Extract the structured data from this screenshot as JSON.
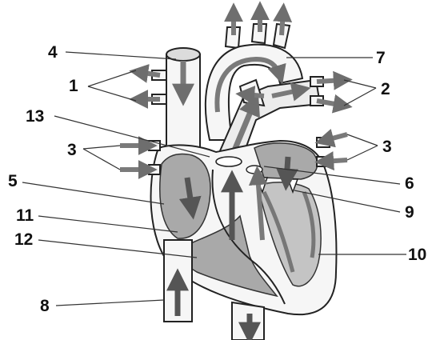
{
  "labels": {
    "l1": "1",
    "l2": "2",
    "l3a": "3",
    "l3b": "3",
    "l4": "4",
    "l5": "5",
    "l6": "6",
    "l7": "7",
    "l8": "8",
    "l9": "9",
    "l10": "10",
    "l11": "11",
    "l12": "12",
    "l13": "13"
  },
  "colors": {
    "arrow": "#7a7a7a",
    "cavity": "#a9a9a9",
    "outline": "#222222"
  }
}
